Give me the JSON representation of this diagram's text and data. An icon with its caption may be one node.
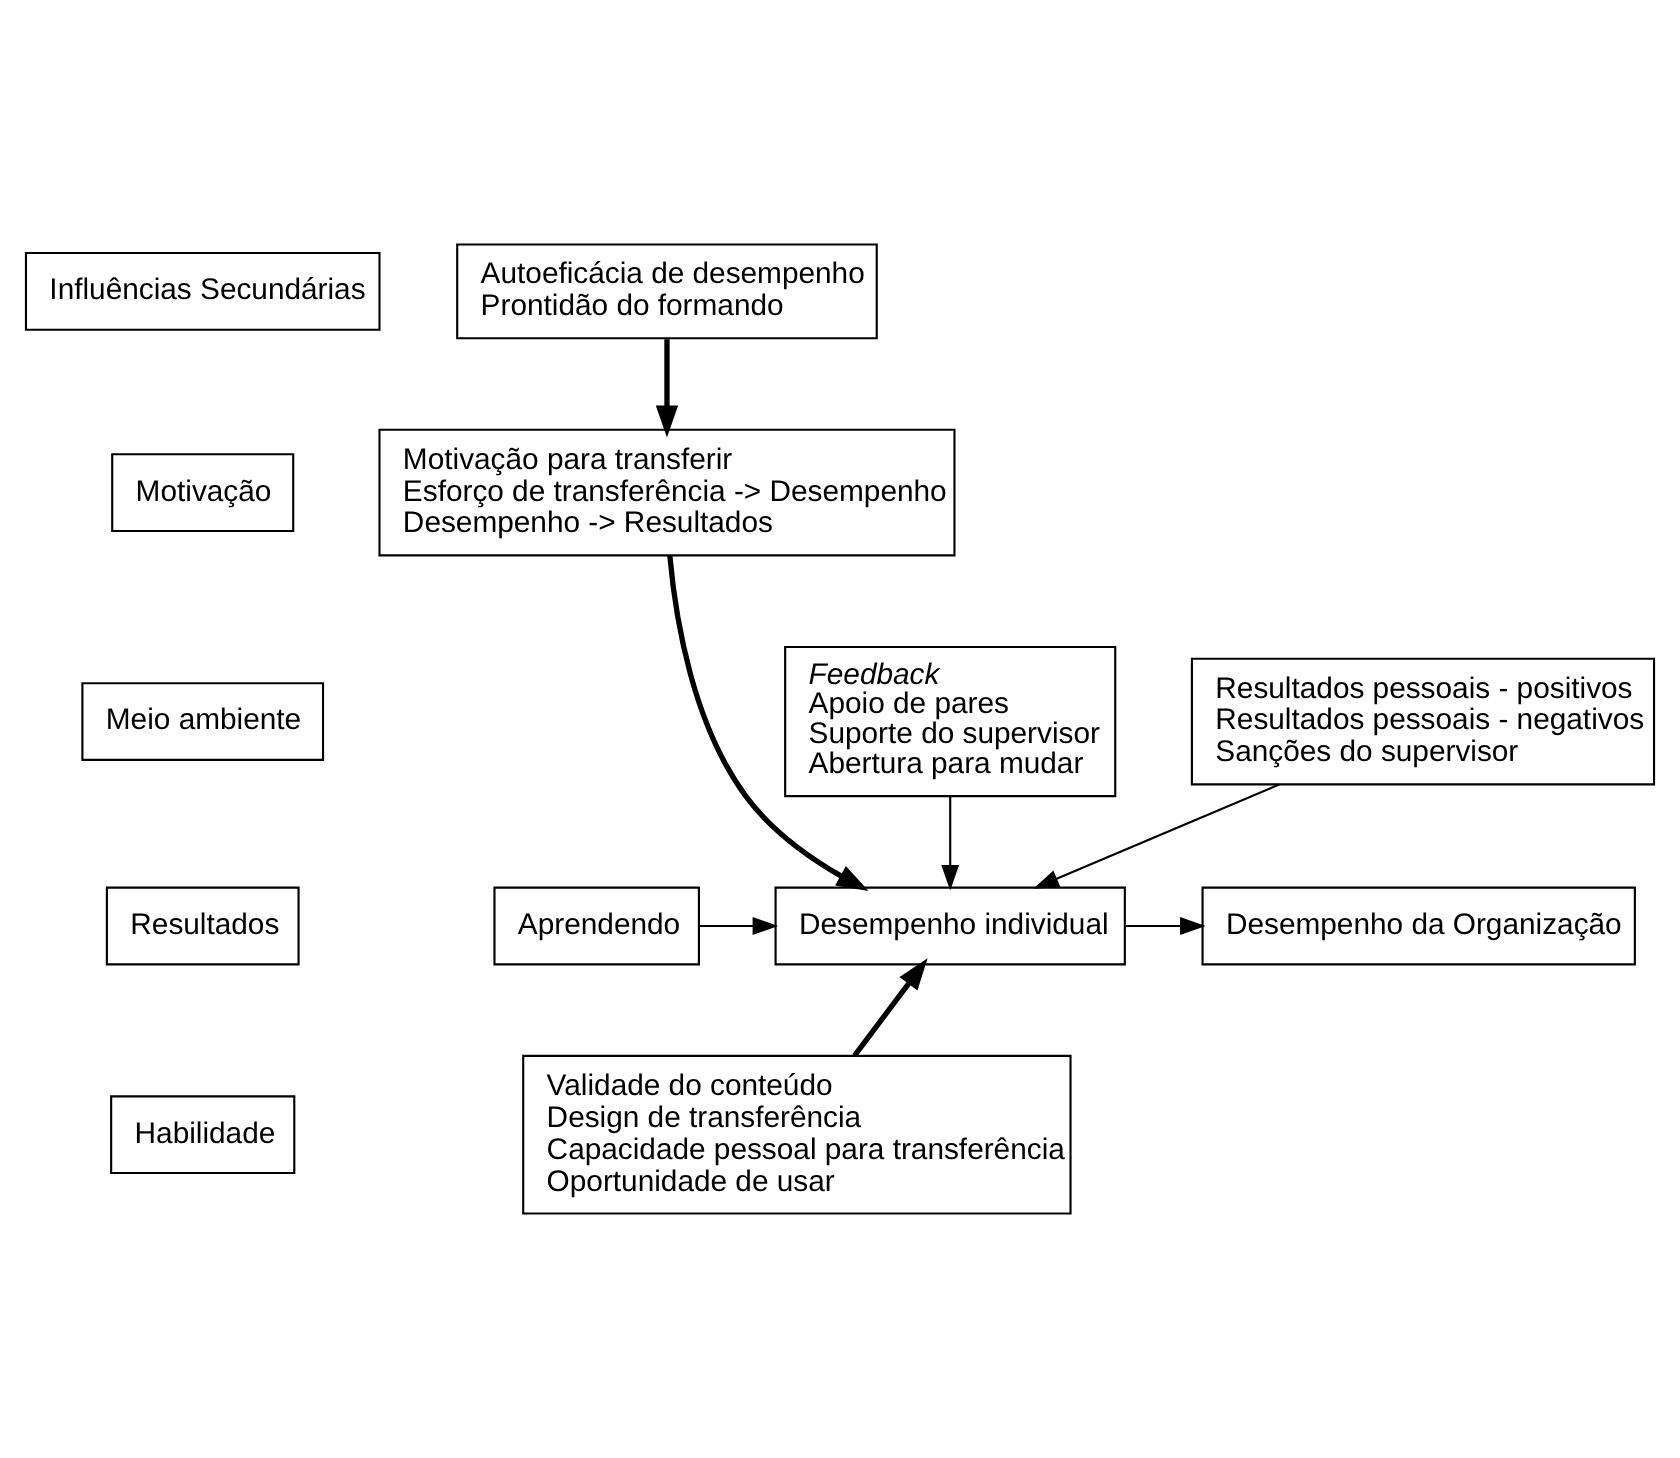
{
  "diagram": {
    "nodes": [
      {
        "text": [
          "Influências Secundárias"
        ]
      },
      {
        "text": [
          "Motivação"
        ]
      },
      {
        "text": [
          "Meio ambiente"
        ]
      },
      {
        "text": [
          "Resultados"
        ]
      },
      {
        "text": [
          "Habilidade"
        ]
      },
      {
        "text": [
          "Autoeficácia de desempenho",
          "Prontidão do formando"
        ]
      },
      {
        "text": [
          "Motivação para transferir",
          "Esforço de transferência -> Desempenho",
          "Desempenho -> Resultados"
        ]
      },
      {
        "text": [
          "Feedback",
          "Apoio de pares",
          "Suporte do supervisor",
          "Abertura para mudar"
        ]
      },
      {
        "text": [
          "Resultados pessoais - positivos",
          "Resultados pessoais - negativos",
          "Sanções do supervisor"
        ]
      },
      {
        "text": [
          "Aprendendo"
        ]
      },
      {
        "text": [
          "Desempenho individual"
        ]
      },
      {
        "text": [
          "Desempenho da Organização"
        ]
      },
      {
        "text": [
          "Validade do conteúdo",
          "Design de transferência",
          "Capacidade pessoal para transferência",
          "Oportunidade de usar"
        ]
      }
    ],
    "edges": [
      {
        "from": 5,
        "to": 6,
        "arrow": "to",
        "style": "thick"
      },
      {
        "from": 6,
        "to": 10,
        "arrow": "to",
        "style": "thick"
      },
      {
        "from": 7,
        "to": 10,
        "arrow": "to"
      },
      {
        "from": 8,
        "to": 10,
        "arrow": "to"
      },
      {
        "from": 9,
        "to": 10,
        "arrow": "to"
      },
      {
        "from": 10,
        "to": 11,
        "arrow": "to"
      },
      {
        "from": 12,
        "to": 10,
        "arrow": "to",
        "style": "thick"
      }
    ]
  }
}
